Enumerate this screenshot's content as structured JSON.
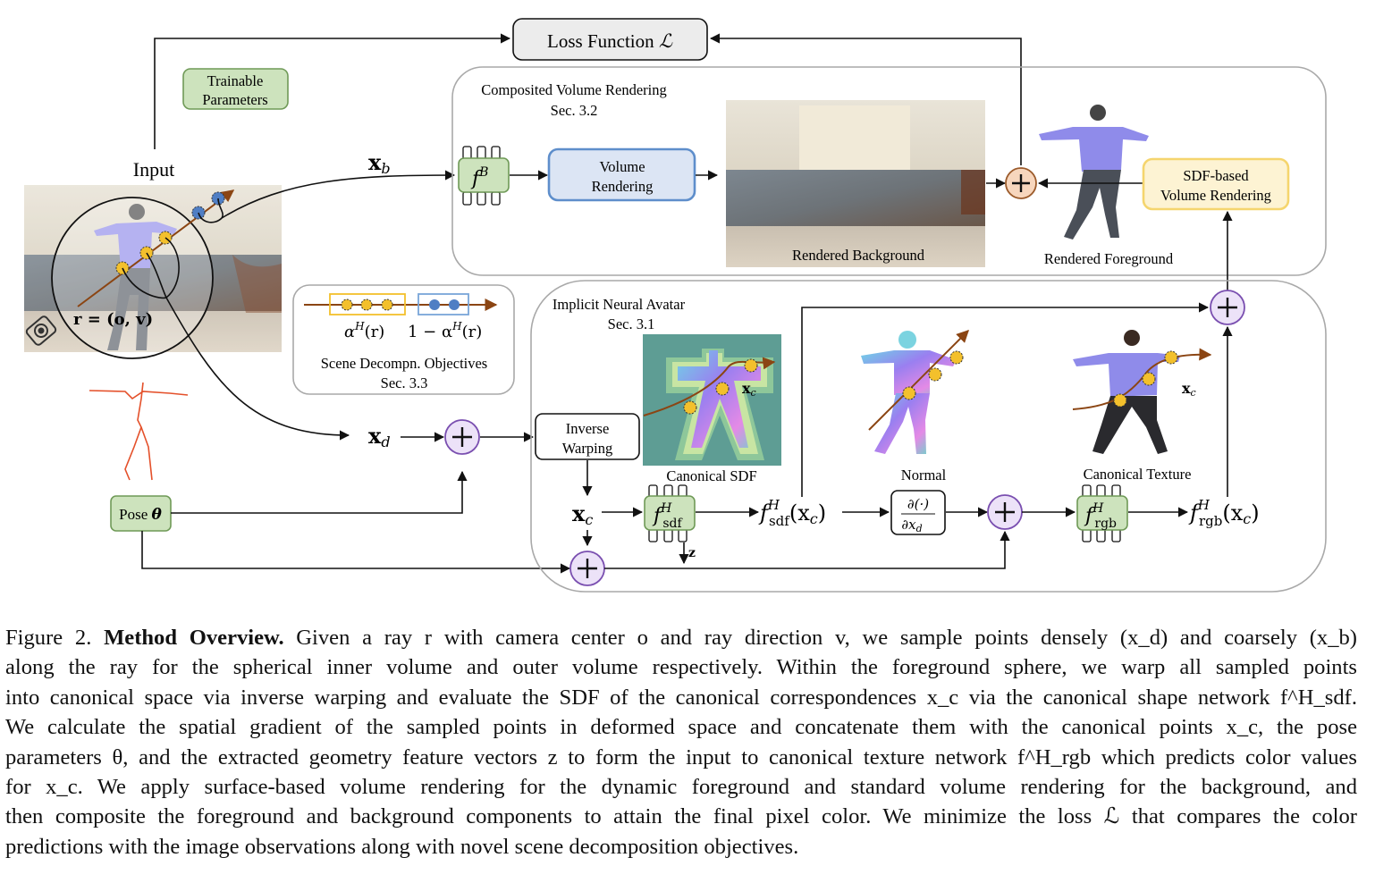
{
  "figure": {
    "labels": {
      "input": "Input",
      "trainable_parameters_line1": "Trainable",
      "trainable_parameters_line2": "Parameters",
      "loss_function": "Loss Function",
      "loss_symbol": "ℒ",
      "ray_eq": "r = (o, v)",
      "x_b": "x",
      "x_b_sub": "b",
      "x_d": "x",
      "x_d_sub": "d",
      "x_c": "x",
      "x_c_sub": "c",
      "z": "z",
      "pose": "Pose",
      "pose_symbol": "θ"
    },
    "composited_group": {
      "title": "Composited Volume Rendering",
      "section": "Sec. 3.2",
      "f_b": "f",
      "f_b_sup": "B",
      "volume_rendering_line1": "Volume",
      "volume_rendering_line2": "Rendering",
      "rendered_background": "Rendered Background",
      "rendered_foreground": "Rendered Foreground",
      "sdf_rendering_line1": "SDF-based",
      "sdf_rendering_line2": "Volume Rendering"
    },
    "scene_decomp": {
      "alpha_label": "α",
      "alpha_sup": "H",
      "alpha_arg": "(r)",
      "one_minus": "1 − α",
      "title": "Scene Decompn. Objectives",
      "section": "Sec. 3.3"
    },
    "avatar_group": {
      "title": "Implicit Neural Avatar",
      "section": "Sec. 3.1",
      "inverse_warping_line1": "Inverse",
      "inverse_warping_line2": "Warping",
      "canonical_sdf": "Canonical SDF",
      "normal": "Normal",
      "canonical_texture": "Canonical Texture",
      "f_sdf": "f",
      "f_sdf_sup": "H",
      "f_sdf_sub": "sdf",
      "f_rgb": "f",
      "f_rgb_sup": "H",
      "f_rgb_sub": "rgb",
      "f_sdf_out": "f",
      "f_sdf_out_arg": "(x",
      "f_rgb_out_arg": "(x",
      "grad_num": "∂(·)",
      "grad_den": "∂x",
      "grad_den_sub": "d"
    },
    "colors": {
      "trainable_fill": "#cde3bd",
      "trainable_stroke": "#6f9a57",
      "volume_fill": "#dce5f4",
      "volume_stroke": "#5e8ecb",
      "sdf_fill": "#fdf3d3",
      "sdf_stroke": "#f5d56e",
      "plus_orange_fill": "#f7d6bd",
      "plus_orange_stroke": "#9b5a2a",
      "plus_purple_fill": "#ece2f8",
      "plus_purple_stroke": "#7a4fb0",
      "ray": "#8b4513",
      "point_yellow": "#f3c02c",
      "point_blue": "#4f7ec4",
      "group_stroke": "#a9a9a9",
      "loss_fill": "#ececec"
    }
  },
  "caption": {
    "lines": [
      {
        "a": "Figure 2. ",
        "b": "Method Overview.",
        "c": " Given a ray r with camera center o and ray direction v, we sample points densely (x_d) and coarsely (x_b)"
      },
      {
        "c": "along the ray for the spherical inner volume and outer volume respectively.  Within the foreground sphere, we warp all sampled points"
      },
      {
        "c": "into canonical space via inverse warping and evaluate the SDF of the canonical correspondences x_c via the canonical shape network f^H_sdf."
      },
      {
        "c": "We calculate the spatial gradient of the sampled points in deformed space and concatenate them with the canonical points x_c, the pose"
      },
      {
        "c": "parameters θ, and the extracted geometry feature vectors z to form the input to canonical texture network f^H_rgb which predicts color values"
      },
      {
        "c": "for x_c.  We apply surface-based volume rendering for the dynamic foreground and standard volume rendering for the background, and"
      },
      {
        "c": "then composite the foreground and background components to attain the final pixel color. We minimize the loss ℒ that compares the color"
      },
      {
        "c": "predictions with the image observations along with novel scene decomposition objectives."
      }
    ]
  }
}
